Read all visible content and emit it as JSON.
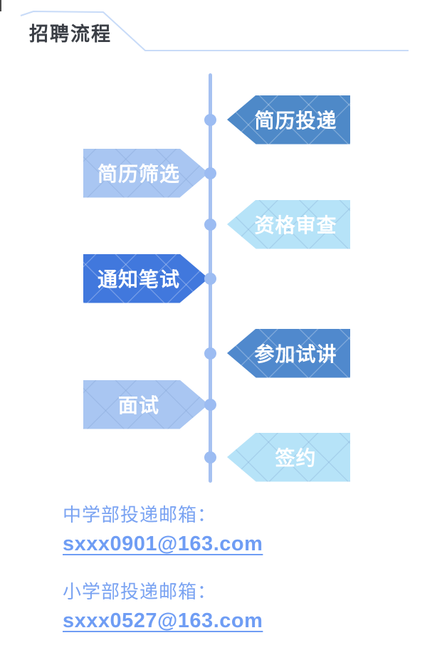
{
  "header": {
    "title": "招聘流程"
  },
  "timeline": {
    "steps": [
      {
        "label": "简历投递",
        "side": "right",
        "tone": "dark",
        "color": "#4E89C8"
      },
      {
        "label": "简历筛选",
        "side": "left",
        "tone": "light",
        "color": "#A9C6F2"
      },
      {
        "label": "资格审查",
        "side": "right",
        "tone": "light",
        "color": "#B6E3F8"
      },
      {
        "label": "通知笔试",
        "side": "left",
        "tone": "dark",
        "color": "#4178DD"
      },
      {
        "label": "参加试讲",
        "side": "right",
        "tone": "dark",
        "color": "#5089CD"
      },
      {
        "label": "面试",
        "side": "left",
        "tone": "light",
        "color": "#A9C6F2"
      },
      {
        "label": "签约",
        "side": "right",
        "tone": "light",
        "color": "#B6E3F8"
      }
    ]
  },
  "contacts": [
    {
      "label": "中学部投递邮箱：",
      "email": "sxxx0901@163.com"
    },
    {
      "label": "小学部投递邮箱：",
      "email": "sxxx0527@163.com"
    }
  ],
  "colors": {
    "timeline_line": "#A6C1F1",
    "timeline_dot": "#9CBCF2",
    "header_rule": "#C8DBF8",
    "title_text": "#3B3F46",
    "contact_text": "#7AA3F2",
    "email_link": "#6F9DF4"
  }
}
